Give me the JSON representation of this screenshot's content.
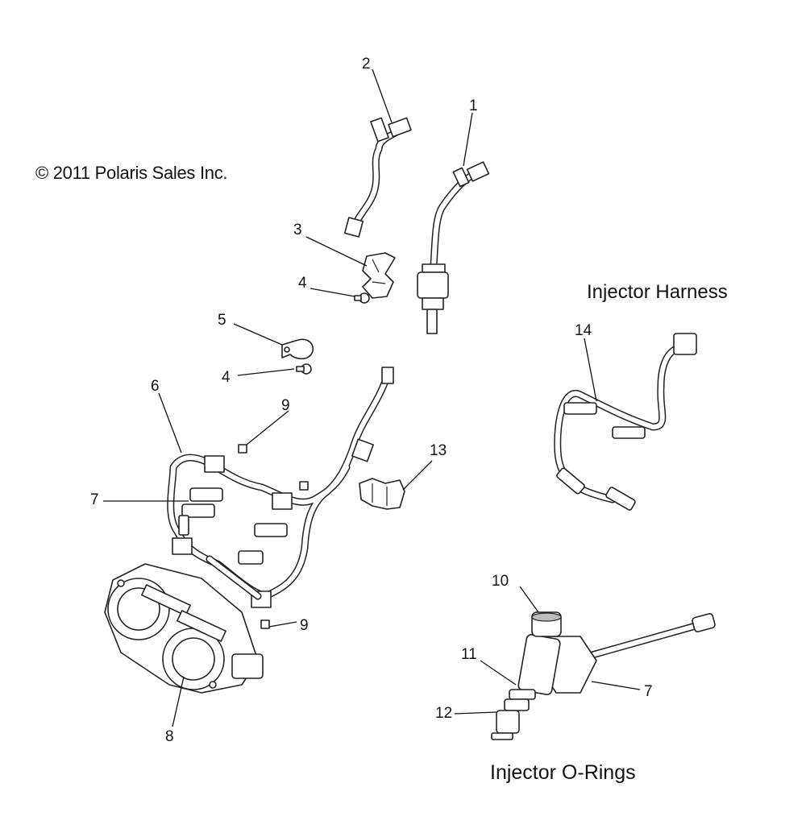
{
  "copyright": "© 2011 Polaris Sales Inc.",
  "section_titles": {
    "harness": "Injector Harness",
    "orings": "Injector O-Rings"
  },
  "callouts": {
    "c1": "1",
    "c2": "2",
    "c3": "3",
    "c4a": "4",
    "c4b": "4",
    "c5": "5",
    "c6": "6",
    "c7a": "7",
    "c7b": "7",
    "c8": "8",
    "c9a": "9",
    "c9b": "9",
    "c10": "10",
    "c11": "11",
    "c12": "12",
    "c13": "13",
    "c14": "14"
  }
}
